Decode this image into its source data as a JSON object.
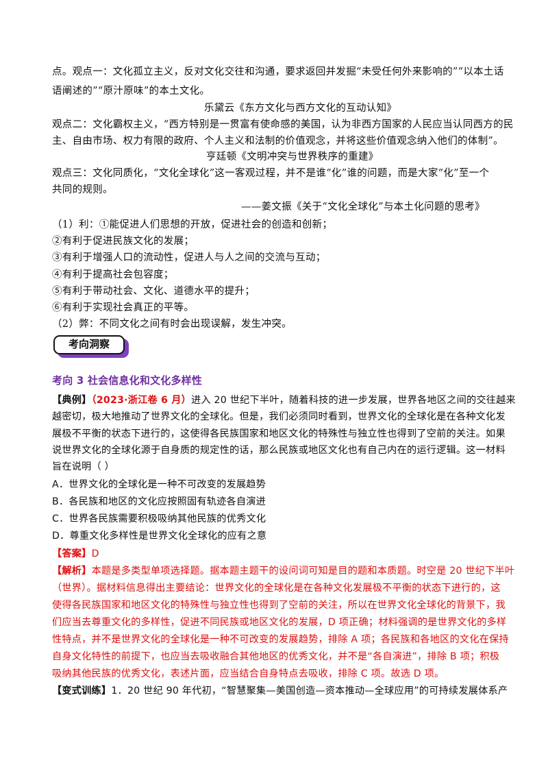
{
  "views": {
    "line1": "点。观点一：文化孤立主义，反对文化交往和沟通，要求返回并发掘“未受任何外来影响的”“以本土话",
    "line2": "语阐述的”“原汁原味”的本土文化。",
    "source1": "乐黛云《东方文化与西方文化的互动认知》",
    "line3": "观点二：文化霸权主义，“西方特别是一贯富有使命感的美国，认为非西方国家的人民应当认同西方的民",
    "line4": "主、自由市场、权力有限的政府、个人主义和法制的价值观念，并将这些价值观念纳入他们的体制”。",
    "source2": "亨廷顿《文明冲突与世界秩序的重建》",
    "line5": "观点三：文化同质化，“文化全球化”这一客观过程，并不是谁“化”谁的问题，而是大家“化”至一个",
    "line6": "共同的规则。",
    "source3": "——姜文振《关于“文化全球化”与本土化问题的思考》"
  },
  "answer_points": [
    "（1）利：①能促进人们思想的开放，促进社会的创造和创新；",
    "②有利于促进民族文化的发展；",
    "③有利于增强人口的流动性，促进人与人之间的交流与互动；",
    "④有利于提高社会包容度；",
    "⑤有利于带动社会、文化、道德水平的提升；",
    "⑥有利于实现社会真正的平等。",
    "（2）弊：不同文化之间有时会出现误解，发生冲突。"
  ],
  "badge": {
    "label": "考向洞察"
  },
  "section_title": "考向 3  社会信息化和文化多样性",
  "example": {
    "tag": "【典例】",
    "source": "（2023·浙江卷 6 月）",
    "line1_rest": "进入 20 世纪下半叶，随着科技的进一步发展，世界各地区之间的交往越来",
    "line2": "越密切，极大地推动了世界文化的全球化。但是，我们必须同时看到，世界文化的全球化是在各种文化发",
    "line3": "展极不平衡的状态下进行的，这使得各民族国家和地区文化的特殊性与独立性也得到了空前的关注。如果",
    "line4": "说世界文化的全球化源于自身质的规定性的话，那么民族或地区文化也有自己内在的运行逻辑。这一材料",
    "line5": "旨在说明（        ）",
    "options": [
      "A．世界文化的全球化是一种不可改变的发展趋势",
      "B．各民族和地区的文化应按照固有轨迹各自演进",
      "C．世界各民族需要积极吸纳其他民族的优秀文化",
      "D．尊重文化多样性是世界文化全球化的应有之意"
    ],
    "answer_tag": "【答案】",
    "answer_value": "D",
    "analysis_tag": "【解析】",
    "analysis_line1_rest": "本题是多类型单项选择题。据本题主题干的设问词可知是目的题和本质题。时空是 20 世纪下半叶",
    "analysis_lines": [
      "（世界）。据材料信息得出主要结论：世界文化的全球化是在各种文化发展极不平衡的状态下进行的，这",
      "使得各民族国家和地区文化的特殊性与独立性也得到了空前的关注，所以在世界文化全球化的背景下，我",
      "们应当去尊重文化的多样性，促进不同民族或地区文化的发展，D 项正确；材料强调的是世界文化的多样",
      "性特点，并不是世界文化的全球化是一种不可改变的发展趋势，排除 A 项；各民族和各地区的文化在保持",
      "自身文化特性的前提下，也应当去吸收融合其他地区的优秀文化，并不是“各自演进”，排除 B 项；积极",
      "吸纳其他民族的优秀文化，表述片面，应当结合自身特点去吸收，排除 C 项。故选 D 项。"
    ]
  },
  "practice": {
    "tag": "【变式训练】",
    "line1_rest": "1．20 世纪 90 年代初，“智慧聚集—美国创造—资本推动—全球应用”的可持续发展体系产"
  }
}
